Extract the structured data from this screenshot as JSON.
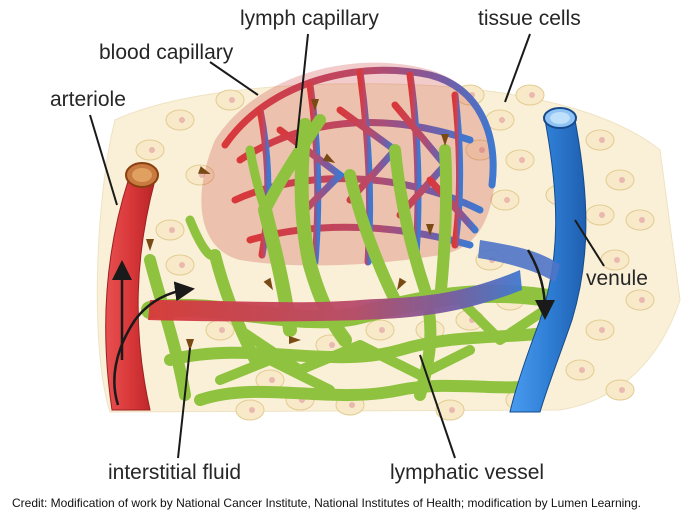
{
  "labels": {
    "lymph_capillary": "lymph capillary",
    "tissue_cells": "tissue cells",
    "blood_capillary": "blood capillary",
    "arteriole": "arteriole",
    "venule": "venule",
    "interstitial_fluid": "interstitial fluid",
    "lymphatic_vessel": "lymphatic vessel"
  },
  "credit": "Credit: Modification of work by National Cancer Institute, National Institutes of Health; modification by Lumen Learning.",
  "colors": {
    "arterial_red": "#d9383a",
    "venous_blue": "#2f7fd6",
    "lymph_green": "#8fc23f",
    "tissue_cell": "#f5e4b8",
    "flow_arrow": "#7a4a14",
    "leader_line": "#1a1a1a"
  }
}
